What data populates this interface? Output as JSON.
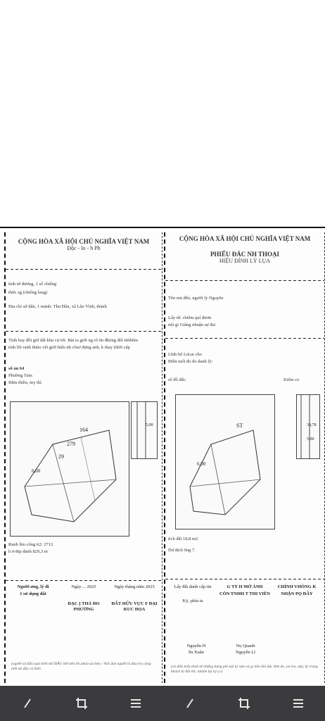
{
  "left_doc": {
    "header_line1": "CỘNG HÒA XÃ HỘI CHỦ NGHĨA VIỆT NAM",
    "header_line2": "Độc - lo - h Ph",
    "lines": [
      "tình tử dương, 1 số chiếng",
      "thửc sg (chiếng lung)",
      "Địa chỉ sử dấn, 1 mành: Thu Đầu, xã Lâu Vĩnh, thành",
      "Tình bay đồi giớ dất khu cự tời. Bài ra giới ng rõ ôn đhóng đổi tiểdiểm",
      "tính lời ranh tháto vếi giới hiếu nh côsơ đựng anh, k thay (thời cấp",
      "số ản 64",
      "Phường Tám",
      "Rằm thiều, my thì"
    ],
    "area_text": "Ranh lìm công ti2: 2712",
    "area_text2": "h 0-8ip đánh 829,3 m",
    "sign_cols": [
      {
        "title": "Người ưng, lý đi",
        "sub": "1 sử dụng đất"
      },
      {
        "title": "Ngày ... 2025",
        "sub": "ĐẠC Ị THẢ ĐO PHƯỜNG"
      },
      {
        "title": "Ngày tháng năm 2025",
        "sub": "ĐẤT HỮU VỰC F ĐẠI KUC ĐỌA"
      }
    ],
    "signer1": "",
    "footer": "(người sứ đất) quá kiến thể ĐẦU thể tiến tin phảo sai bảo / Nơi dan người là đúa tra cộng tinh do đầy ra biển ",
    "plot_numbers": [
      "164",
      "279",
      "29",
      "6,00",
      "5,00"
    ]
  },
  "right_doc": {
    "header_line1": "CỘNG HÒA XÃ HỘI CHỦ NGHĨA VIỆT NAM",
    "header_line2": "PHIẾU ĐÁC NH THOẠI",
    "header_line3": "HIỆU ĐÍNH LÝ LỤA",
    "lines": [
      "Tên mủ đến, người lý Nguyễn",
      "nội gi Giấng nhuận sự đai",
      "Lấy từ: chiếm quí đươn",
      "Lĩnh bộ Lúcai cho",
      "Điền tuổi đo đo danh lý:",
      "số đồ đất:",
      "Kiếm cơ"
    ],
    "area_text": "tích đất 18,8 m2",
    "area_text2": "Dư dịch ông 7.",
    "sign_cols": [
      {
        "title": "Lấy đất danh cấp tin",
        "sub": "Ký, phía ta"
      },
      {
        "title": "G TY H MỞ ẢNH",
        "sub": "CÔN TNHH T THI VIÊN"
      },
      {
        "title": "CHÍNH VHÒNG K",
        "sub": "NHẬN PỌ ĐẦY"
      }
    ],
    "signer1": "Nguyễn H",
    "signer1b": "ễn Xuân",
    "signer2": "Nọ Quanh",
    "signer2b": "Nguyễn Lĩ",
    "footer": "(và đất) kiểu binh từ những hàng phi nội ký sửa và gi tiên đói đúc đơn đo, an tra, sửa, ký trang khách bị đất thị: nhãnh lại ký ụ ả",
    "plot_numbers": [
      "ST",
      "6,00",
      "34,78",
      "5,00"
    ]
  },
  "navbar": {
    "buttons": [
      "back-icon",
      "crop-icon",
      "menu-icon",
      "back-icon",
      "crop-icon",
      "menu-icon"
    ]
  }
}
